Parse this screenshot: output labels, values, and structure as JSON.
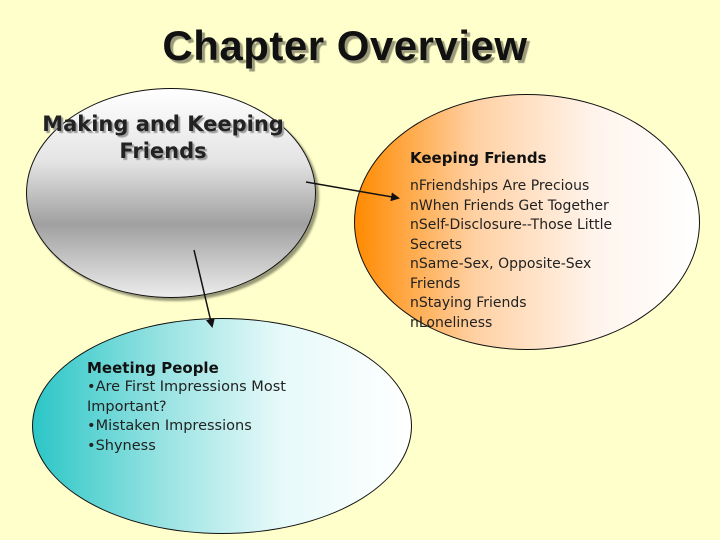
{
  "title": "Chapter Overview",
  "center_topic": "Making and Keeping Friends",
  "keeping_friends": {
    "heading": "Keeping Friends",
    "bullet_marker": "n",
    "items": [
      "Friendships Are Precious",
      "When Friends Get Together",
      "Self-Disclosure--Those Little Secrets",
      "Same-Sex, Opposite-Sex Friends",
      "Staying Friends",
      "Loneliness"
    ]
  },
  "meeting_people": {
    "heading": "Meeting People",
    "bullet_marker": "•",
    "items": [
      "Are First Impressions  Most Important?",
      "Mistaken Impressions",
      "Shyness"
    ]
  },
  "colors": {
    "background": "#ffffcc",
    "keeping_gradient_start": "#ff8a00",
    "meeting_gradient_start": "#2cc6c6",
    "center_gradient_mid": "#a0a0a0"
  }
}
